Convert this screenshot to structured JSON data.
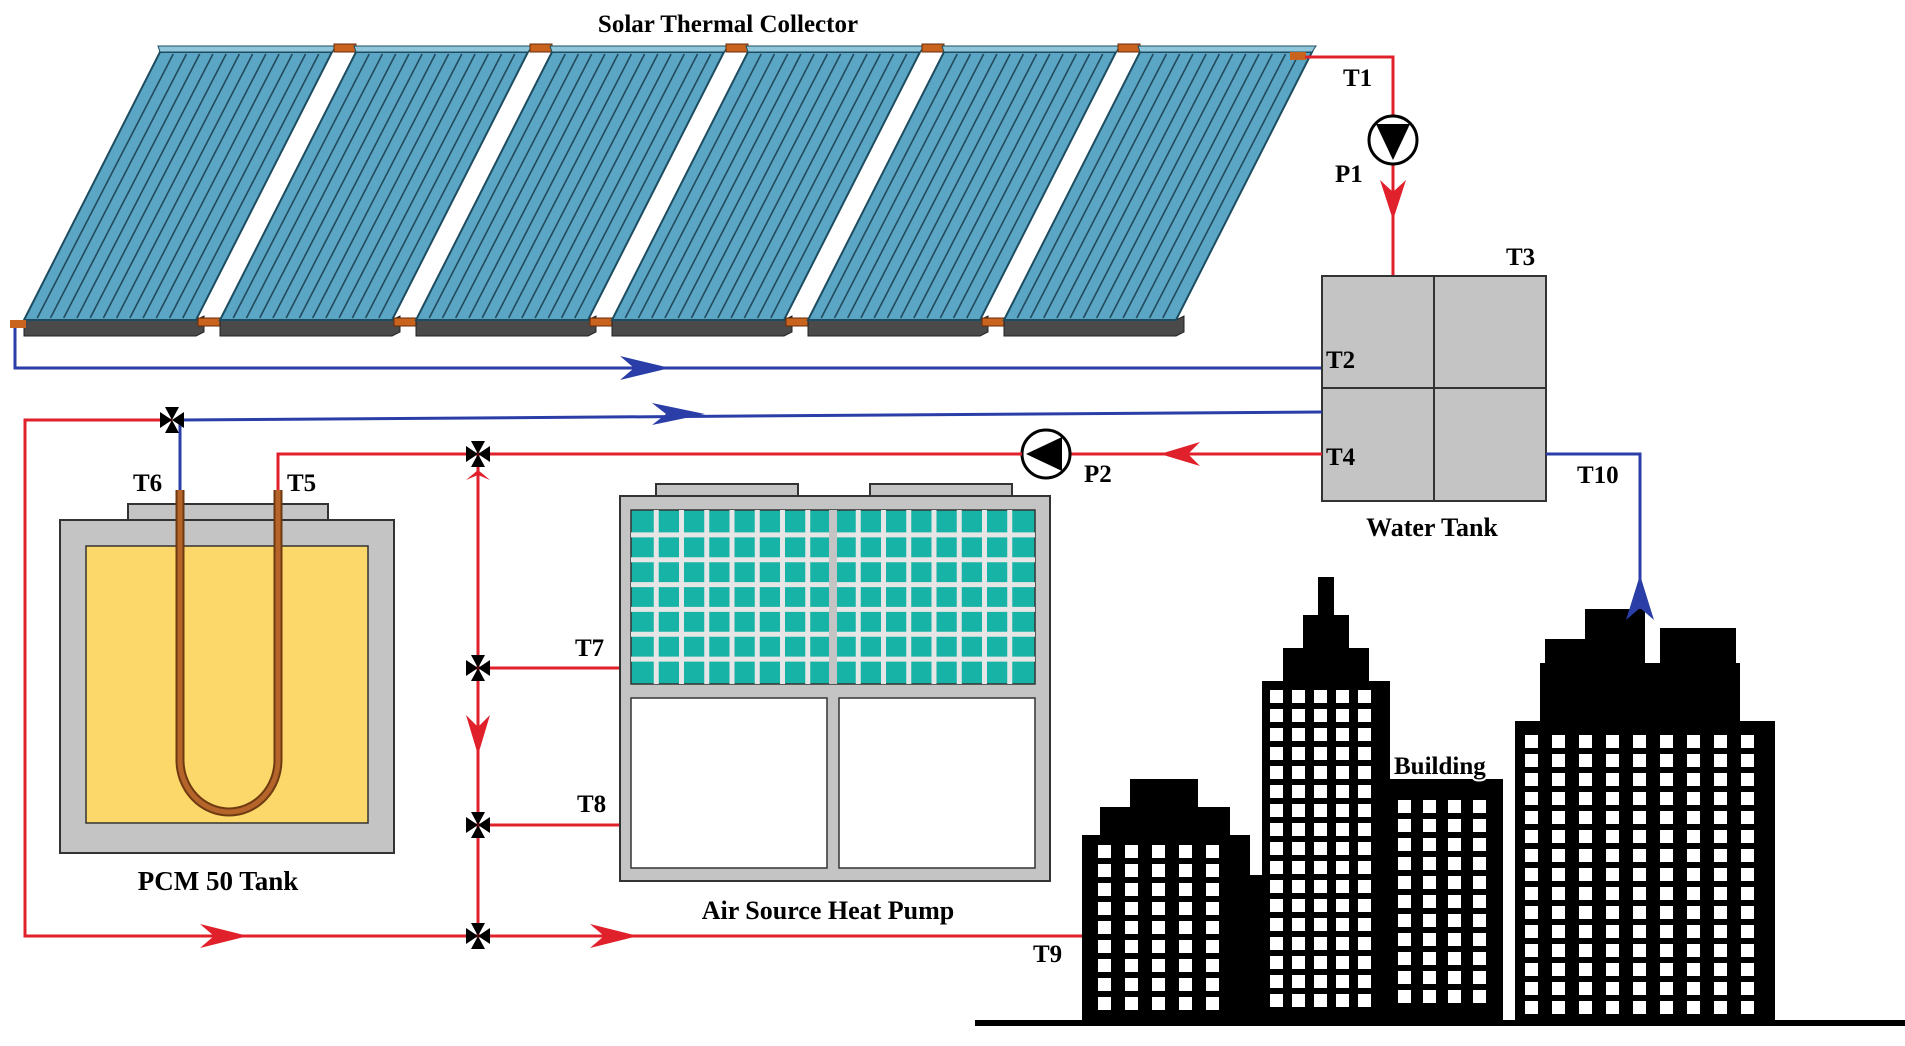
{
  "labels": {
    "collector": "Solar Thermal Collector",
    "t1": "T1",
    "p1": "P1",
    "t3": "T3",
    "t2": "T2",
    "t4": "T4",
    "p2": "P2",
    "t10": "T10",
    "water_tank": "Water Tank",
    "t6": "T6",
    "t5": "T5",
    "pcm_tank": "PCM 50 Tank",
    "t7": "T7",
    "t8": "T8",
    "heat_pump": "Air Source Heat Pump",
    "t9": "T9",
    "building": "Building"
  },
  "colors": {
    "hot_pipe": "#e0202a",
    "cold_pipe": "#2b3ea8",
    "panel_face": "#5aa6c4",
    "panel_base": "#4a4a4a",
    "connector": "#c8641e",
    "tank_gray": "#c4c4c4",
    "pcm_fill": "#fcd769",
    "coil": "#b5642a",
    "grille": "#18b3a7",
    "building": "#000000"
  },
  "icons": [
    "pump-icon",
    "valve-icon",
    "flow-arrow-icon"
  ]
}
